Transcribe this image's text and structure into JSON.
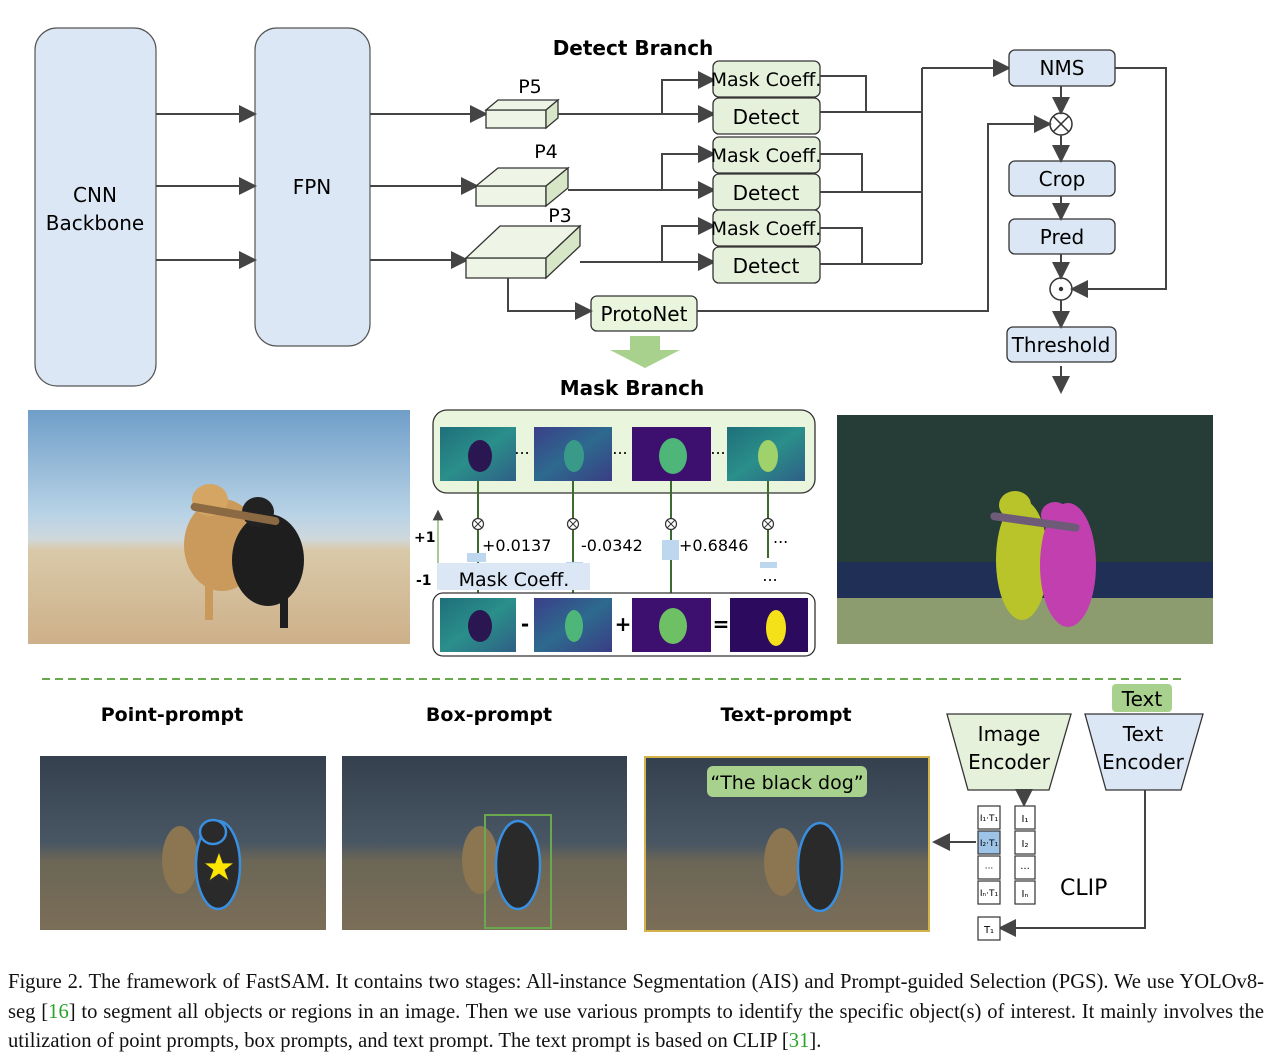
{
  "diagram": {
    "cnn_backbone": [
      "CNN",
      "Backbone"
    ],
    "fpn": "FPN",
    "detect_branch_title": "Detect Branch",
    "p_levels": [
      "P5",
      "P4",
      "P3"
    ],
    "mask_coeff": "Mask Coeff.",
    "detect": "Detect",
    "nms": "NMS",
    "crop": "Crop",
    "pred": "Pred",
    "threshold": "Threshold",
    "protonet": "ProtoNet",
    "mask_branch_title": "Mask Branch",
    "ellipsis": "...",
    "coefficients": [
      "+0.0137",
      "-0.0342",
      "+0.6846",
      "..."
    ],
    "scale_plus": "+1",
    "scale_minus": "-1",
    "mask_coeff_bar": "Mask Coeff.",
    "ops": [
      "-",
      "+",
      "="
    ],
    "multiply_symbol": "⊗",
    "dot_symbol": "⊙"
  },
  "prompts": {
    "point": "Point-prompt",
    "box": "Box-prompt",
    "text": "Text-prompt",
    "text_query": "“The black dog”"
  },
  "clip": {
    "image_encoder": [
      "Image",
      "Encoder"
    ],
    "text_encoder": [
      "Text",
      "Encoder"
    ],
    "text_input": "Text",
    "label": "CLIP",
    "matrix_cells": [
      "I₁·T₁",
      "I₂·T₁",
      "···",
      "Iₙ·T₁"
    ],
    "image_features": [
      "I₁",
      "I₂",
      "···",
      "Iₙ"
    ],
    "text_feature": "T₁"
  },
  "caption": {
    "p1": "Figure 2. The framework of FastSAM. It contains two stages: All-instance Segmentation (AIS) and Prompt-guided Selection (PGS). We use YOLOv8-seg [",
    "ref1": "16",
    "p2": "] to segment all objects or regions in an image. Then we use various prompts to identify the specific object(s) of interest. It mainly involves the utilization of point prompts, box prompts, and text prompt. The text prompt is based on CLIP [",
    "ref2": "31",
    "p3": "]."
  },
  "colors": {
    "block_fill": "#dbe7f4",
    "block_stroke": "#6b7b8c",
    "green_fill": "#e6f1dc",
    "green_dark": "#a8d08d",
    "proto_fill": "#e9f5dd",
    "arrow": "#444444",
    "dashed": "#6aa84f",
    "viridis_dark": "#3b0f70",
    "viridis_teal": "#21908c",
    "viridis_yellow": "#f5e11a",
    "seg_yellow": "#b9c32a",
    "seg_magenta": "#c23fb0"
  }
}
